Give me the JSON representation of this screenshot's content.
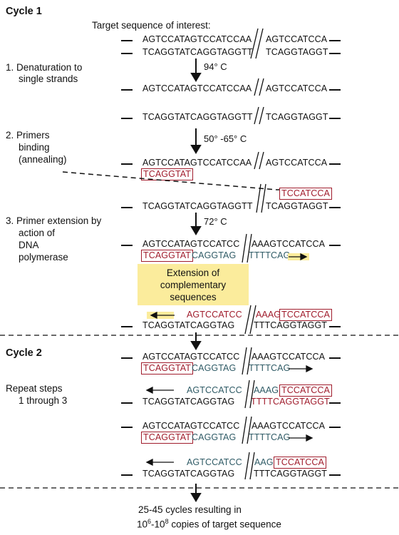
{
  "cycles": {
    "cycle1": "Cycle 1",
    "cycle2": "Cycle 2"
  },
  "target_label": "Target sequence of interest:",
  "steps": {
    "s1_line1": "1. Denaturation to",
    "s1_line2": "single strands",
    "s2_line1": "2. Primers",
    "s2_line2": "binding",
    "s2_line3": "(annealing)",
    "s3_line1": "3. Primer extension by",
    "s3_line2": "action of",
    "s3_line3": "DNA",
    "s3_line4": "polymerase",
    "repeat_line1": "Repeat steps",
    "repeat_line2": "1 through 3"
  },
  "temperatures": {
    "t1": "94° C",
    "t2": "50° -65° C",
    "t3": "72° C"
  },
  "callout": {
    "line1": "Extension of",
    "line2": "complementary",
    "line3": "sequences"
  },
  "sequences": {
    "top_a": "AGTCCATAGTCCATCCAA",
    "top_b": "AGTCCATCCA",
    "bot_a": "TCAGGTATCAGGTAGGTT",
    "bot_b": "TCAGGTAGGT",
    "primer_fwd": "TCAGGTAT",
    "primer_rev": "TCCATCCA",
    "ext_top_a": "AGTCCATAGTCCATCC",
    "ext_top_b": "AAAGTCCATCCA",
    "ext_fwd_tail": "CAGGTAG",
    "ext_fwd_tail2": "TTTTCAG",
    "ext_rev_a": "AGTCCATCC",
    "ext_rev_b": "AAAG",
    "ext_bot_a": "TCAGGTATCAGGTAG",
    "ext_bot_b": "TTTCAGGTAGGT",
    "c2_bot_b_red": "TTTTCAGGTAGGT",
    "c2_rev_b_short": "AAG"
  },
  "final": {
    "line1": "25-45 cycles resulting in",
    "line2_pre": "10",
    "line2_sup1": "6",
    "line2_mid": "-10",
    "line2_sup2": "8",
    "line2_post": " copies of target sequence"
  }
}
